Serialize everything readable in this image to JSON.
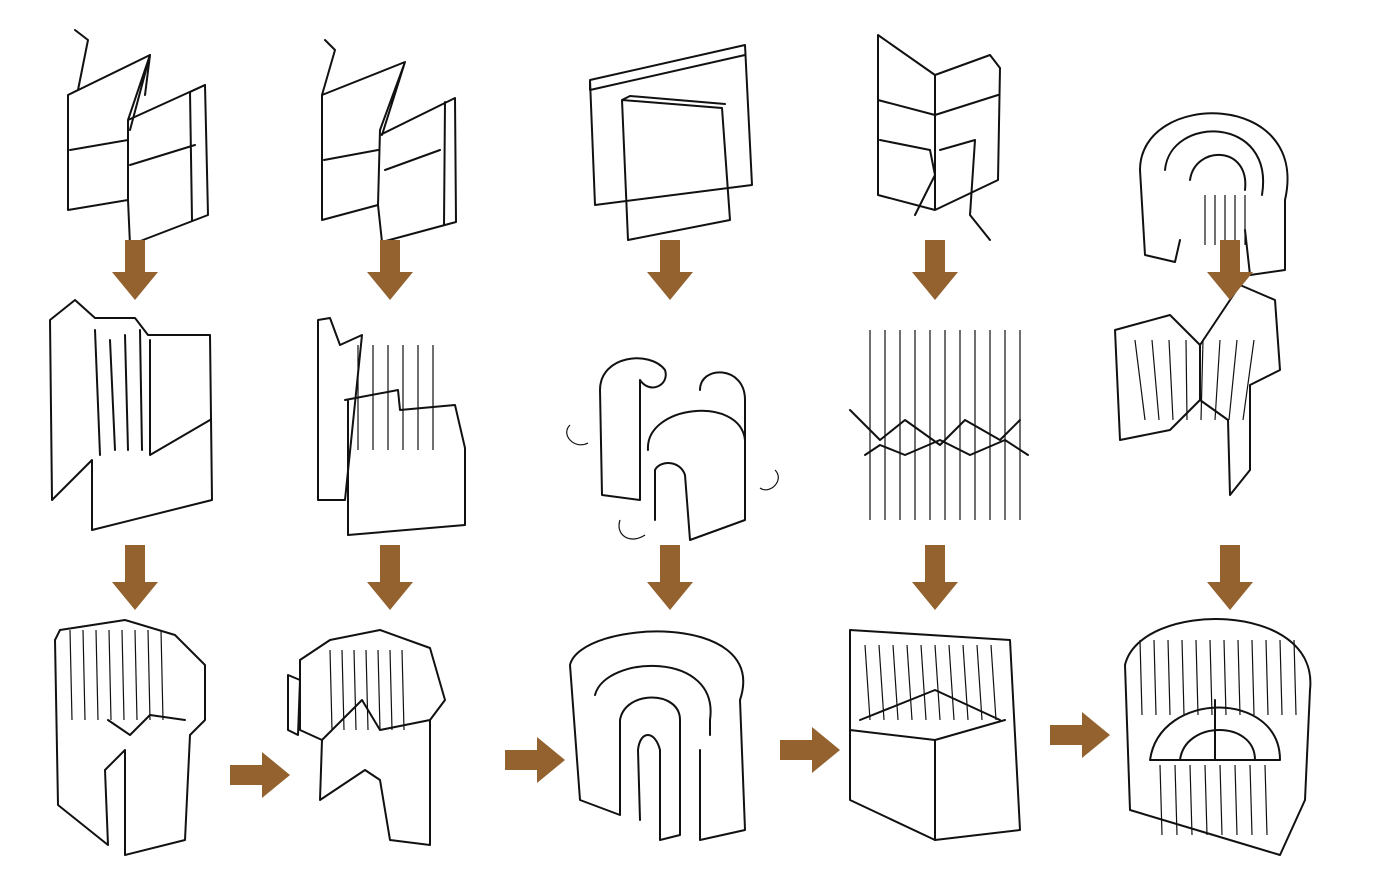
{
  "colors": {
    "arrow": "#93622f",
    "ink": "#111111",
    "background": "#ffffff"
  },
  "grid": {
    "columns": 5,
    "rows": 3
  },
  "arrows": [
    {
      "from": "r1c1",
      "to": "r2c1",
      "direction": "down"
    },
    {
      "from": "r1c2",
      "to": "r2c2",
      "direction": "down"
    },
    {
      "from": "r1c3",
      "to": "r2c3",
      "direction": "down"
    },
    {
      "from": "r1c4",
      "to": "r2c4",
      "direction": "down"
    },
    {
      "from": "r1c5",
      "to": "r2c5",
      "direction": "down"
    },
    {
      "from": "r2c1",
      "to": "r3c1",
      "direction": "down"
    },
    {
      "from": "r2c2",
      "to": "r3c2",
      "direction": "down"
    },
    {
      "from": "r2c3",
      "to": "r3c3",
      "direction": "down"
    },
    {
      "from": "r2c4",
      "to": "r3c4",
      "direction": "down"
    },
    {
      "from": "r2c5",
      "to": "r3c5",
      "direction": "down"
    },
    {
      "from": "r3c1",
      "to": "r3c2",
      "direction": "right"
    },
    {
      "from": "r3c2",
      "to": "r3c3",
      "direction": "right"
    },
    {
      "from": "r3c3",
      "to": "r3c4",
      "direction": "right"
    },
    {
      "from": "r3c4",
      "to": "r3c5",
      "direction": "right"
    }
  ]
}
